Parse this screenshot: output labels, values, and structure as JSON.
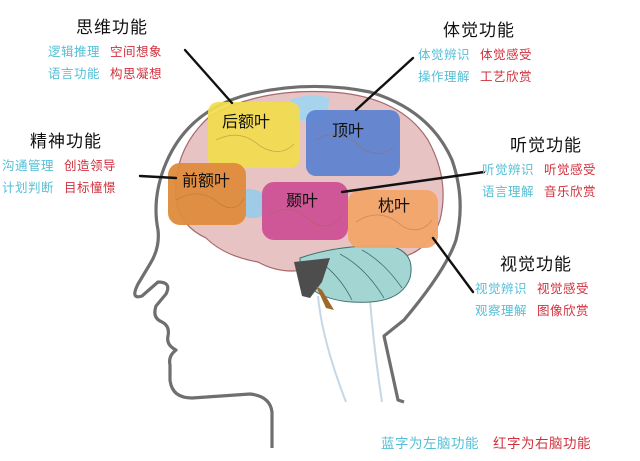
{
  "colors": {
    "left_brain_blue": "#55bfd6",
    "right_brain_red": "#d0303c",
    "frontal_posterior_yellow": "#f1dd4e",
    "parietal_blue": "#5b82d0",
    "prefrontal_orange": "#df8b3c",
    "temporal_magenta": "#cc4f94",
    "occipital_orange": "#f2a56a",
    "cerebellum_teal": "#9fd3cf"
  },
  "functions": {
    "thinking": {
      "title": "思维功能",
      "left": [
        "逻辑推理",
        "语言功能"
      ],
      "right": [
        "空间想象",
        "构思凝想"
      ]
    },
    "somatosensory": {
      "title": "体觉功能",
      "left": [
        "体觉辨识",
        "操作理解"
      ],
      "right": [
        "体觉感受",
        "工艺欣赏"
      ]
    },
    "mental": {
      "title": "精神功能",
      "left": [
        "沟通管理",
        "计划判断"
      ],
      "right": [
        "创造领导",
        "目标憧憬"
      ]
    },
    "auditory": {
      "title": "听觉功能",
      "left": [
        "听觉辨识",
        "语言理解"
      ],
      "right": [
        "听觉感受",
        "音乐欣赏"
      ]
    },
    "visual": {
      "title": "视觉功能",
      "left": [
        "视觉辨识",
        "观察理解"
      ],
      "right": [
        "视觉感受",
        "图像欣赏"
      ]
    }
  },
  "lobes": {
    "posterior_frontal": "后额叶",
    "parietal": "顶叶",
    "prefrontal": "前额叶",
    "temporal": "颞叶",
    "occipital": "枕叶"
  },
  "legend": {
    "blue_text": "蓝字为左脑功能",
    "red_text": "红字为右脑功能"
  }
}
